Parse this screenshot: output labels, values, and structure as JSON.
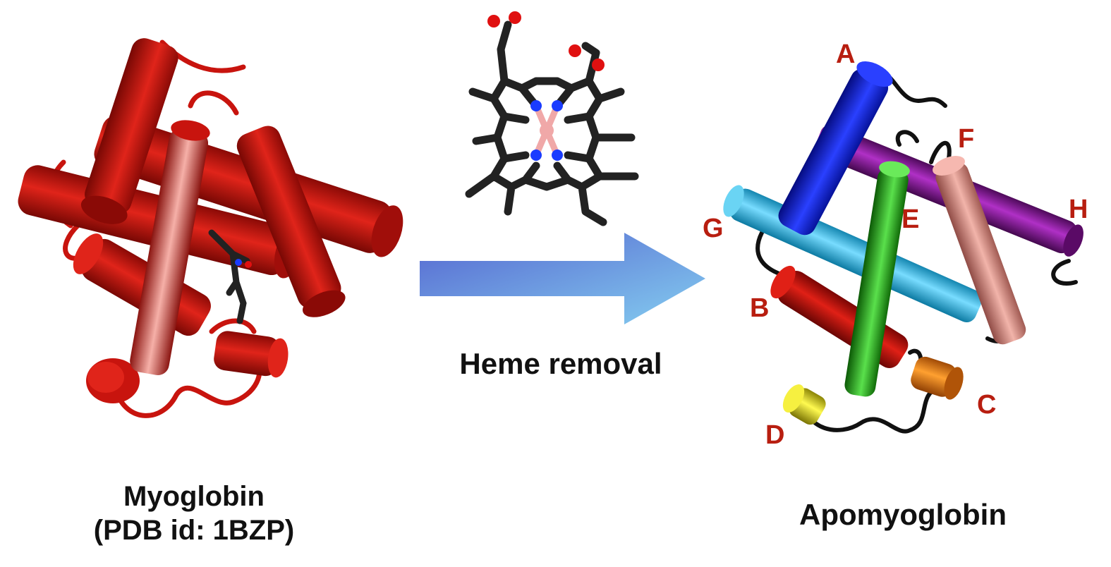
{
  "left_caption": {
    "line1": "Myoglobin",
    "line2": "(PDB id: 1BZP)"
  },
  "arrow_caption": "Heme removal",
  "right_caption": "Apomyoglobin",
  "helix_labels": {
    "A": "A",
    "B": "B",
    "C": "C",
    "D": "D",
    "E": "E",
    "F": "F",
    "G": "G",
    "H": "H"
  },
  "colors": {
    "myoglobin_red": "#c8140e",
    "label_red": "#b81e10",
    "helix_A": "#1024e0",
    "helix_B": "#c81010",
    "helix_C": "#f07a10",
    "helix_D": "#e6e010",
    "helix_E": "#22b016",
    "helix_F": "#8a1a9a",
    "helix_G": "#28c0ee",
    "helix_H": "#da9088",
    "heme_bonds": "#222222",
    "heme_oxygen": "#e01010",
    "heme_nitrogen": "#1a3cff",
    "heme_iron": "#f0a8a8",
    "arrow_start": "#5b6ad6",
    "arrow_end": "#7fc3ee"
  }
}
